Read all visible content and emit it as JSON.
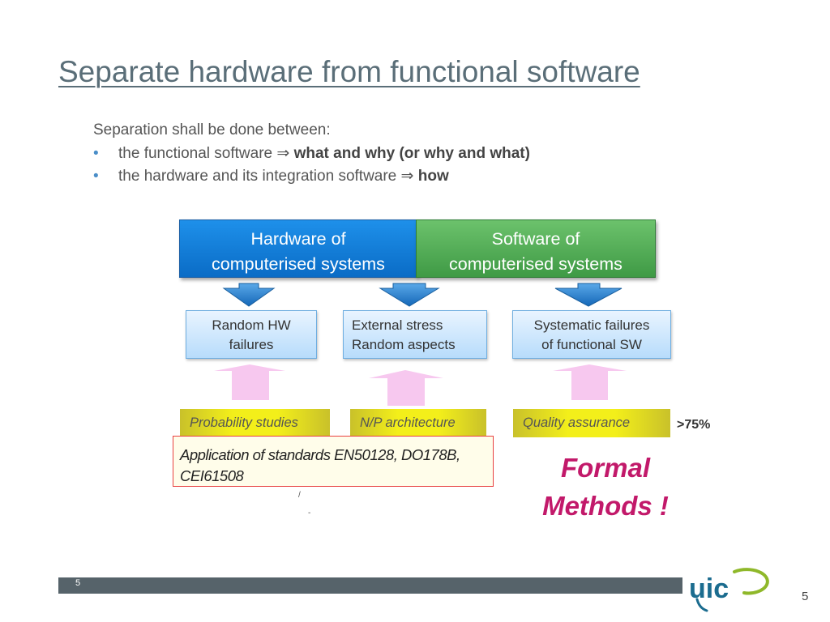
{
  "title": "Separate hardware from functional software",
  "intro": "Separation shall be done between:",
  "bullets": [
    {
      "text": "the functional software ⇒ ",
      "bold": "what and why (or why and what)"
    },
    {
      "text": "the hardware and its integration software ⇒ ",
      "bold": "how"
    }
  ],
  "headers": {
    "hardware": [
      "Hardware of",
      "computerised systems"
    ],
    "software": [
      "Software of",
      "computerised systems"
    ]
  },
  "boxes": {
    "random_hw": [
      "Random HW",
      "failures"
    ],
    "external": [
      "External stress",
      "Random aspects"
    ],
    "systematic": [
      "Systematic failures",
      "of functional SW"
    ]
  },
  "yellow_labels": [
    "Probability studies",
    "N/P architecture",
    "Quality assurance"
  ],
  "percent": ">75%",
  "standards": [
    "Application of standards EN50128, DO178B,",
    "CEI61508"
  ],
  "formal_methods": [
    "Formal",
    "Methods !"
  ],
  "tiny_marks": [
    "/",
    "-"
  ],
  "footer": {
    "slide_number": "5",
    "page_number": "5",
    "logo_text": "uic"
  },
  "colors": {
    "hardware_header": "#0a6cc6",
    "software_header": "#3f9a45",
    "blue_arrow": "#1f7fd0",
    "pink_arrow": "#f7c8ef",
    "formal": "#c2196a",
    "footer_bar": "#56636a"
  }
}
